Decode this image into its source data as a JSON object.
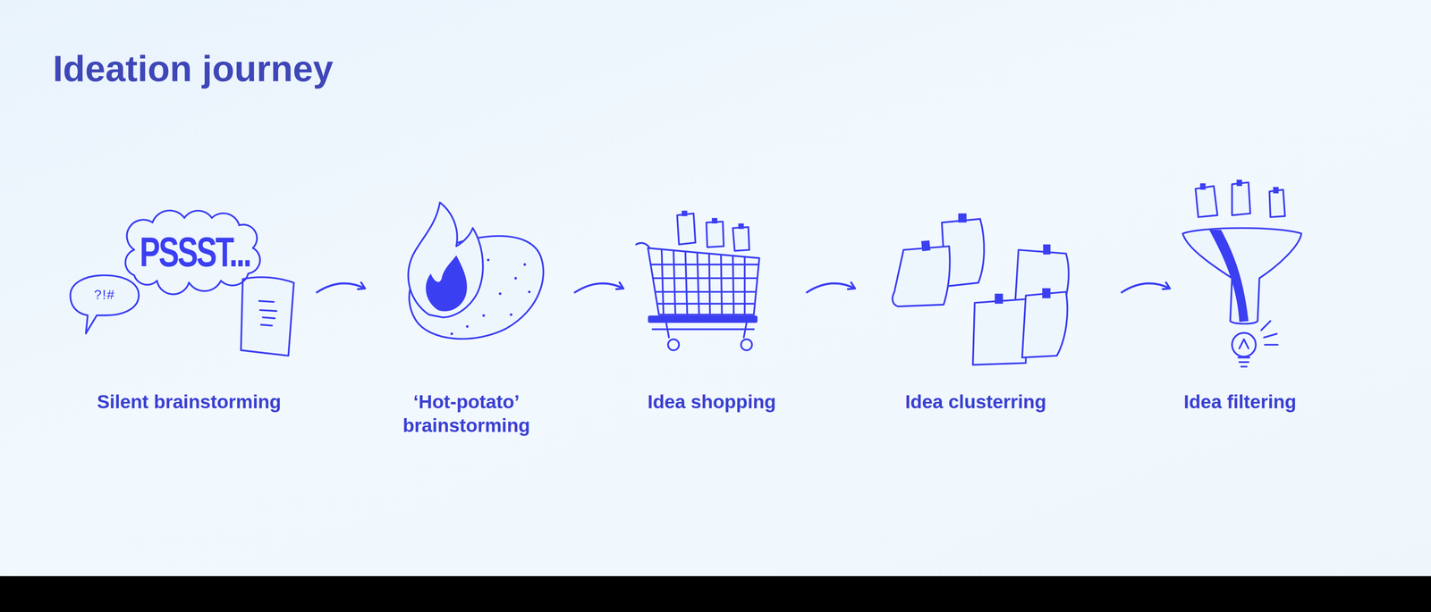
{
  "diagram": {
    "title": "Ideation journey",
    "nodes": [
      {
        "text": [
          "Silent brainstorming"
        ]
      },
      {
        "text": [
          "PSSST..."
        ],
        "in": 0
      },
      {
        "text": [
          "?!#"
        ],
        "in": 0
      },
      {
        "text": [
          "‘Hot-potato’ brainstorming"
        ]
      },
      {
        "text": [
          "Idea shopping"
        ]
      },
      {
        "text": [
          "Idea clusterring"
        ]
      },
      {
        "text": [
          "Idea filtering"
        ]
      }
    ],
    "edges": [
      {
        "from": 0,
        "to": 3,
        "arrow": "to"
      },
      {
        "from": 3,
        "to": 4,
        "arrow": "to"
      },
      {
        "from": 4,
        "to": 5,
        "arrow": "to"
      },
      {
        "from": 5,
        "to": 6,
        "arrow": "to"
      }
    ]
  }
}
